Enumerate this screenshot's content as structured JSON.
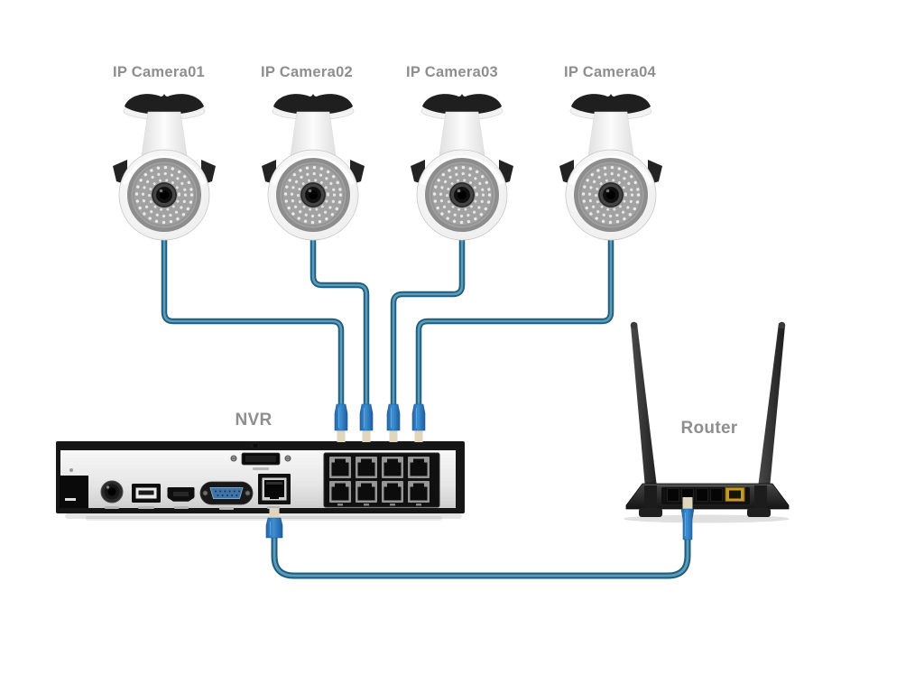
{
  "diagram": {
    "cameras": [
      {
        "id": "camera-1",
        "label": "IP Camera01"
      },
      {
        "id": "camera-2",
        "label": "IP Camera02"
      },
      {
        "id": "camera-3",
        "label": "IP Camera03"
      },
      {
        "id": "camera-4",
        "label": "IP Camera04"
      }
    ],
    "nvr": {
      "label": "NVR"
    },
    "router": {
      "label": "Router"
    }
  },
  "colors": {
    "background": "#ffffff",
    "label_text": "#8e8e8e",
    "cable_outer": "#1f5e7e",
    "cable_inner": "#5b9cba",
    "connector_blue": "#3d8fd4",
    "connector_tip": "#e0d5bd",
    "device_dark": "#1a1a1a",
    "nvr_face": "#e9e9e9",
    "vga_blue": "#3e74a8",
    "wan_port_yellow": "#c79a23"
  }
}
